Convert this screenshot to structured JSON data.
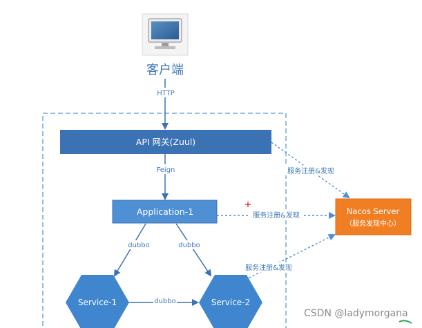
{
  "client": {
    "label": "客户端"
  },
  "edges": {
    "http": "HTTP",
    "feign": "Feign",
    "dubbo_left": "dubbo",
    "dubbo_right": "dubbo",
    "dubbo_between": "dubbo",
    "register_gateway": "服务注册&发现",
    "register_app": "服务注册&发现",
    "register_service": "服务注册&发现"
  },
  "gateway": {
    "label": "API 网关(Zuul)"
  },
  "application": {
    "label": "Application-1"
  },
  "nacos": {
    "title": "Nacos Server",
    "subtitle": "（服务发现中心）"
  },
  "services": {
    "s1": "Service-1",
    "s2": "Service-2"
  },
  "watermark": "CSDN @ladymorgana",
  "colors": {
    "primary": "#3a72b3",
    "primary_light": "#4f8fd3",
    "accent": "#f07f24",
    "hexagon": "#3f86cf",
    "dashed": "#5b9bd5",
    "cursor": "#e02020"
  }
}
